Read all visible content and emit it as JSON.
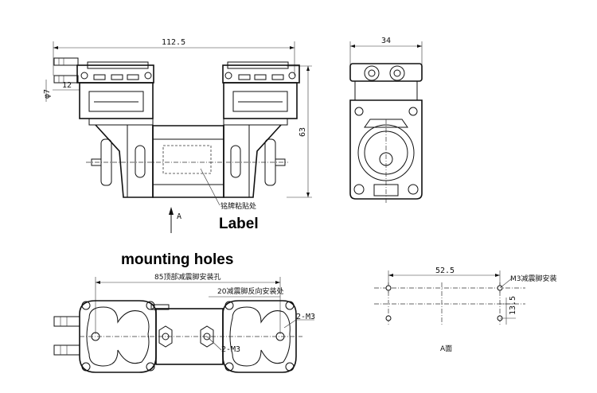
{
  "top_view": {
    "dim_overall_width": "112.5",
    "dim_diameter": "φ7",
    "dim_offset": "12",
    "dim_height": "63",
    "label_note": "铭牌粘贴处",
    "label_text": "Label",
    "view_arrow": "A"
  },
  "side_view": {
    "dim_width": "34"
  },
  "bottom_view": {
    "title": "mounting holes",
    "dim_top_holes": "85顶部减震脚安装孔",
    "dim_reverse_holes": "20减震脚反向安装处",
    "thread_right": "2-M3",
    "thread_center": "2-M3"
  },
  "view_a": {
    "dim_spacing": "52.5",
    "thread_note": "M3减震脚安装",
    "dim_vertical": "13.5",
    "caption": "A面"
  }
}
